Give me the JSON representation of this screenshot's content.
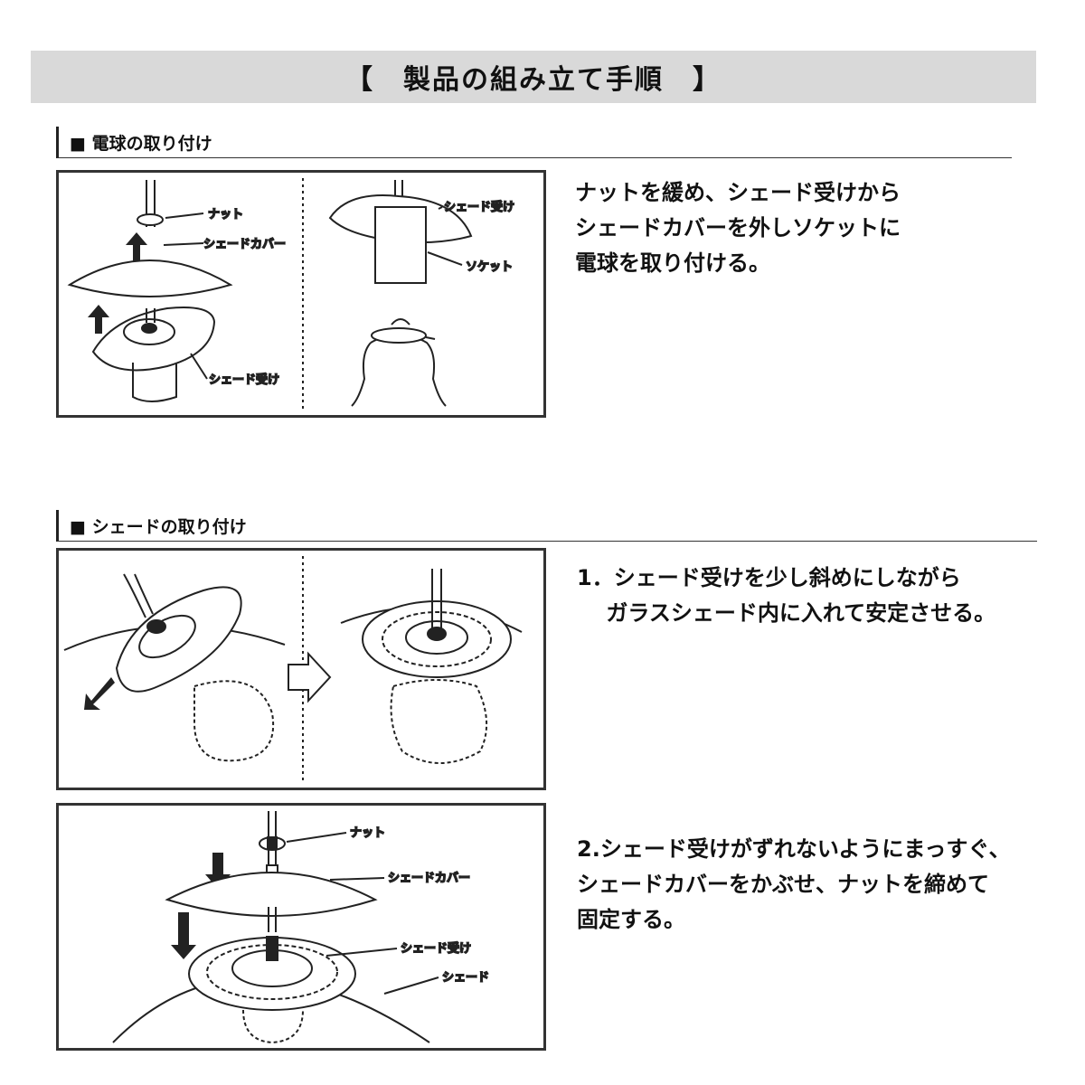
{
  "title": "【　製品の組み立て手順　】",
  "sections": [
    {
      "heading": "■ 電球の取り付け",
      "labels": [
        "ナット",
        "シェードカバー",
        "シェード受け",
        "シェード受け",
        "ソケット"
      ],
      "text": [
        "ナットを緩め、シェード受けから",
        "シェードカバーを外しソケットに",
        "電球を取り付ける。"
      ]
    },
    {
      "heading": "■ シェードの取り付け",
      "steps": [
        {
          "text": [
            "1．シェード受けを少し斜めにしながら",
            "　 ガラスシェード内に入れて安定させる。"
          ]
        },
        {
          "labels": [
            "ナット",
            "シェードカバー",
            "シェード受け",
            "シェード"
          ],
          "text": [
            "2.シェード受けがずれないようにまっすぐ、",
            "  シェードカバーをかぶせ、ナットを締めて",
            "  固定する。"
          ]
        }
      ]
    }
  ]
}
